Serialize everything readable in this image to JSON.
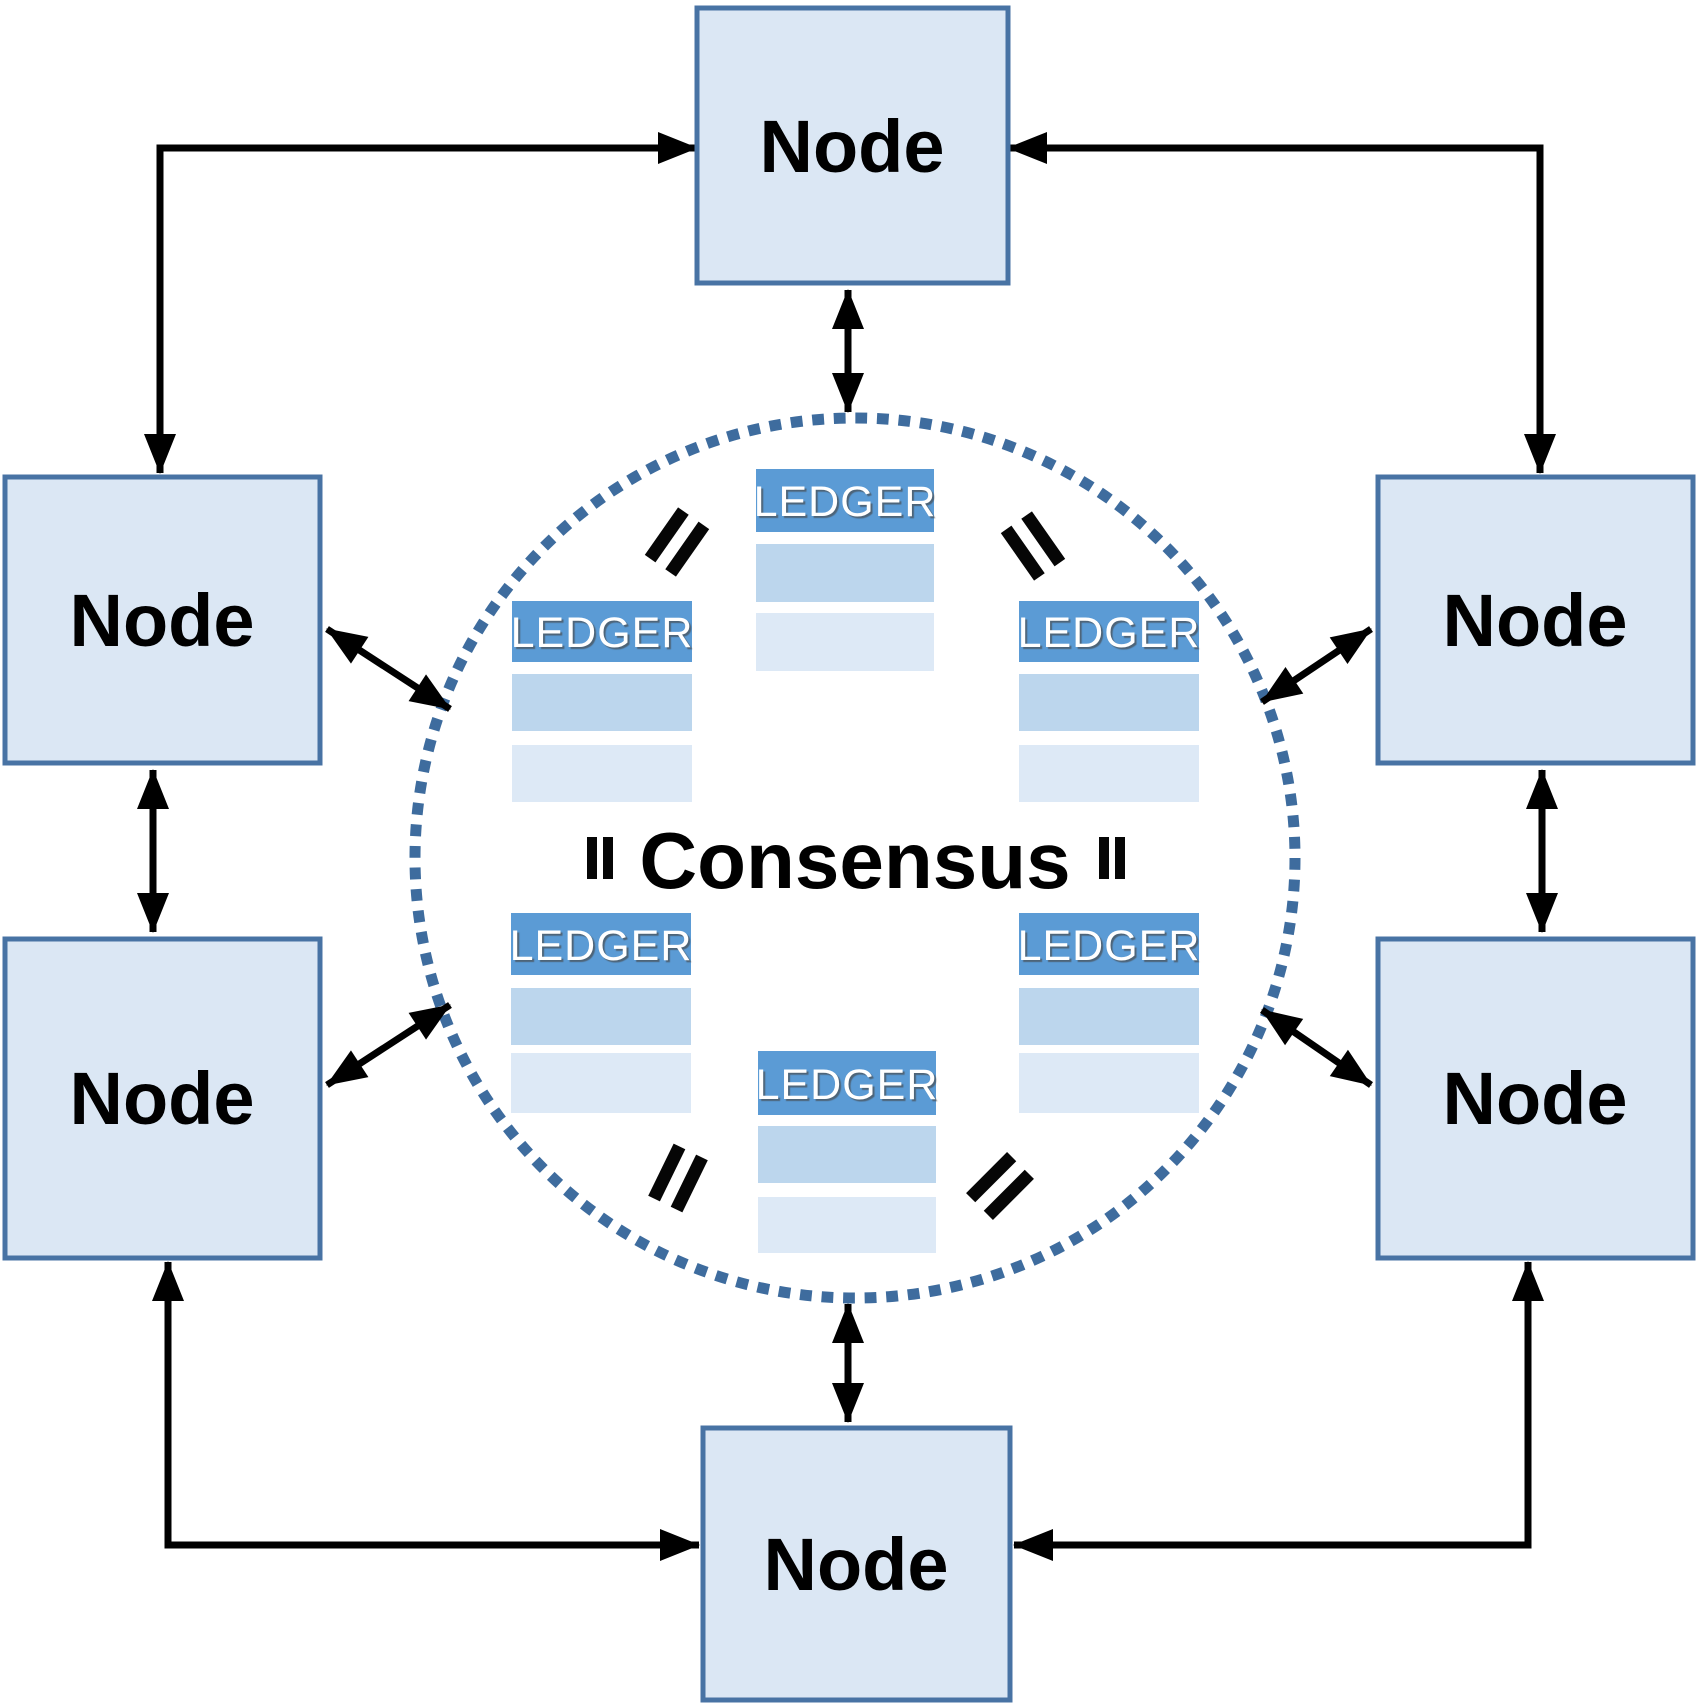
{
  "nodes": [
    {
      "position": "top",
      "label": "Node"
    },
    {
      "position": "left-upper",
      "label": "Node"
    },
    {
      "position": "left-lower",
      "label": "Node"
    },
    {
      "position": "right-upper",
      "label": "Node"
    },
    {
      "position": "right-lower",
      "label": "Node"
    },
    {
      "position": "bottom",
      "label": "Node"
    }
  ],
  "center": {
    "consensus_label": "Consensus",
    "equals_icon": "=",
    "ledgers": [
      {
        "position": "top-center",
        "label": "LEDGER"
      },
      {
        "position": "mid-left",
        "label": "LEDGER"
      },
      {
        "position": "mid-right",
        "label": "LEDGER"
      },
      {
        "position": "low-left",
        "label": "LEDGER"
      },
      {
        "position": "low-right",
        "label": "LEDGER"
      },
      {
        "position": "bottom-center",
        "label": "LEDGER"
      }
    ]
  },
  "colors": {
    "node_fill": "#dbe7f4",
    "node_border": "#4873a4",
    "ledger_header": "#5b9bd5",
    "ledger_row_mid": "#bcd6ed",
    "ledger_row_light": "#dde9f6",
    "circle_dot": "#3e6c9e",
    "arrow": "#000000"
  }
}
